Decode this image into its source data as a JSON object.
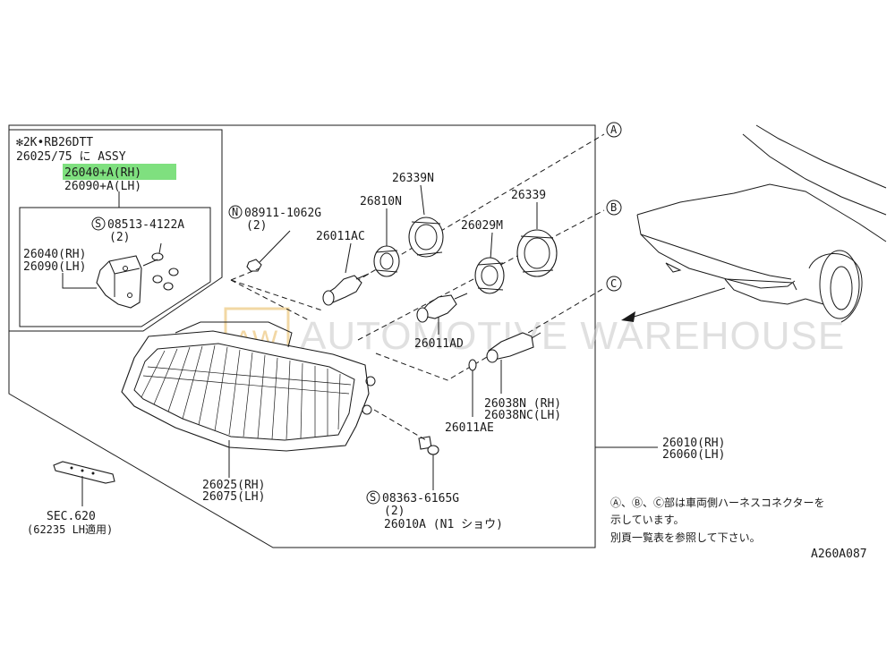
{
  "inset": {
    "engine_note": "✻2K•RB26DTT",
    "assy_note": "26025/75 に ASSY",
    "highlight_part": "26040+A(RH)",
    "second_part": "26090+A(LH)",
    "screw_code": "08513-4122A",
    "screw_qty": "(2)",
    "bracket_rh": "26040(RH)",
    "bracket_lh": "26090(LH)"
  },
  "callouts": {
    "nut_code": "08911-1062G",
    "nut_qty": "(2)",
    "p26810N": "26810N",
    "p26339N": "26339N",
    "p26339": "26339",
    "p26011AC": "26011AC",
    "p26029M": "26029M",
    "p26011AD": "26011AD",
    "p26038N": "26038N (RH)",
    "p26038NC": "26038NC(LH)",
    "p26011AE": "26011AE",
    "assembly_rh": "26010(RH)",
    "assembly_lh": "26060(LH)",
    "lens_rh": "26025(RH)",
    "lens_lh": "26075(LH)",
    "screw2_code": "08363-6165G",
    "screw2_qty": "(2)",
    "screw2_note": "26010A (N1 ショウ)",
    "sec_ref": "SEC.620",
    "sec_note": "(62235 LH適用)",
    "marker_a": "A",
    "marker_b": "B",
    "marker_c": "C"
  },
  "footnote": {
    "line1": "Ⓐ、Ⓑ、Ⓒ部は車両側ハーネスコネクターを",
    "line2": "示しています。",
    "line3": "別頁一覧表を参照して下さい。"
  },
  "diagram_code": "A260A087",
  "watermark": "AUTOMOTIVE WAREHOUSE",
  "colors": {
    "highlight": "#7fe07f",
    "line": "#1a1a1a",
    "watermark_logo": "#e8b85a"
  }
}
